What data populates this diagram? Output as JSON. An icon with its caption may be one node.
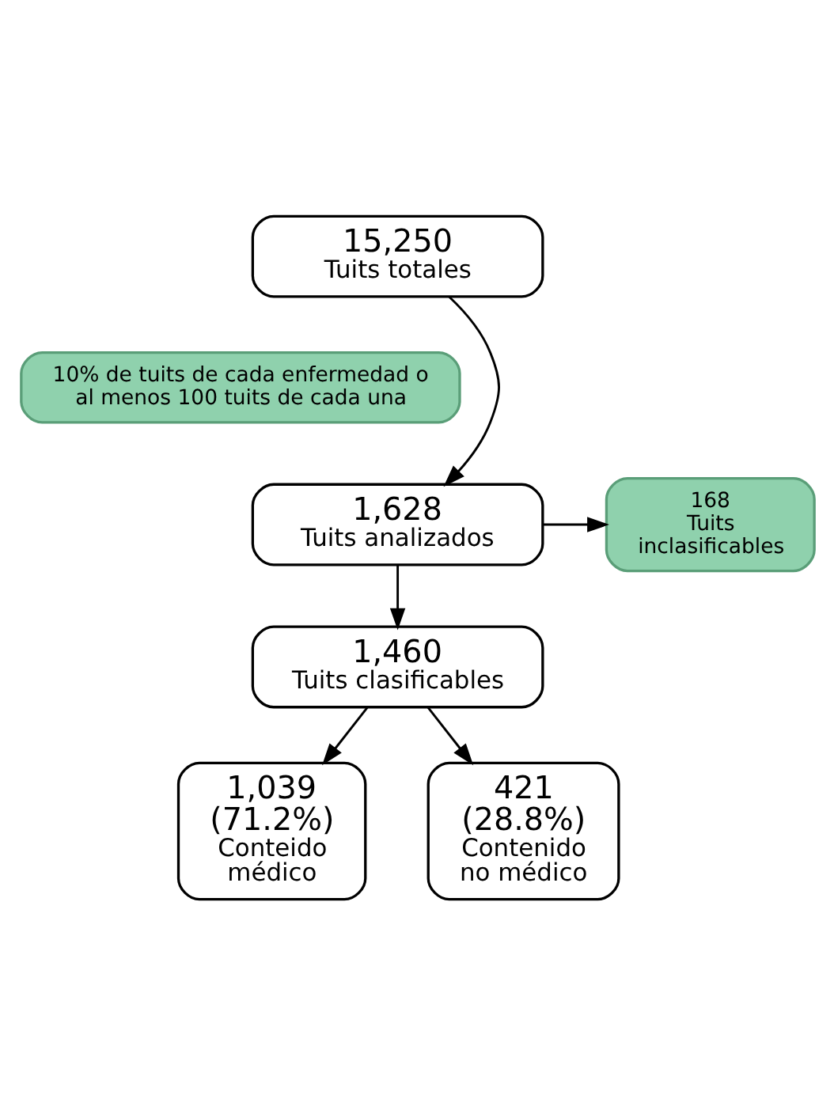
{
  "diagram": {
    "nodes": [
      {
        "text": [
          "15,250",
          "Tuits totales"
        ]
      },
      {
        "text": [
          "10% de tuits de cada enfermedad o al menos 100 tuits de cada una"
        ]
      },
      {
        "text": [
          "1,628",
          "Tuits analizados"
        ]
      },
      {
        "text": [
          "168",
          "Tuits inclasificables"
        ]
      },
      {
        "text": [
          "1,460",
          "Tuits clasificables"
        ]
      },
      {
        "text": [
          "1,039",
          "(71.2%)",
          "Conteido médico"
        ]
      },
      {
        "text": [
          "421",
          "(28.8%)",
          "Contenido no médico"
        ]
      }
    ],
    "edges": [
      {
        "from": 0,
        "to": 2,
        "arrow": "to"
      },
      {
        "from": 2,
        "to": 3,
        "arrow": "to"
      },
      {
        "from": 2,
        "to": 4,
        "arrow": "to"
      },
      {
        "from": 4,
        "to": 5,
        "arrow": "to"
      },
      {
        "from": 4,
        "to": 6,
        "arrow": "to"
      }
    ]
  }
}
